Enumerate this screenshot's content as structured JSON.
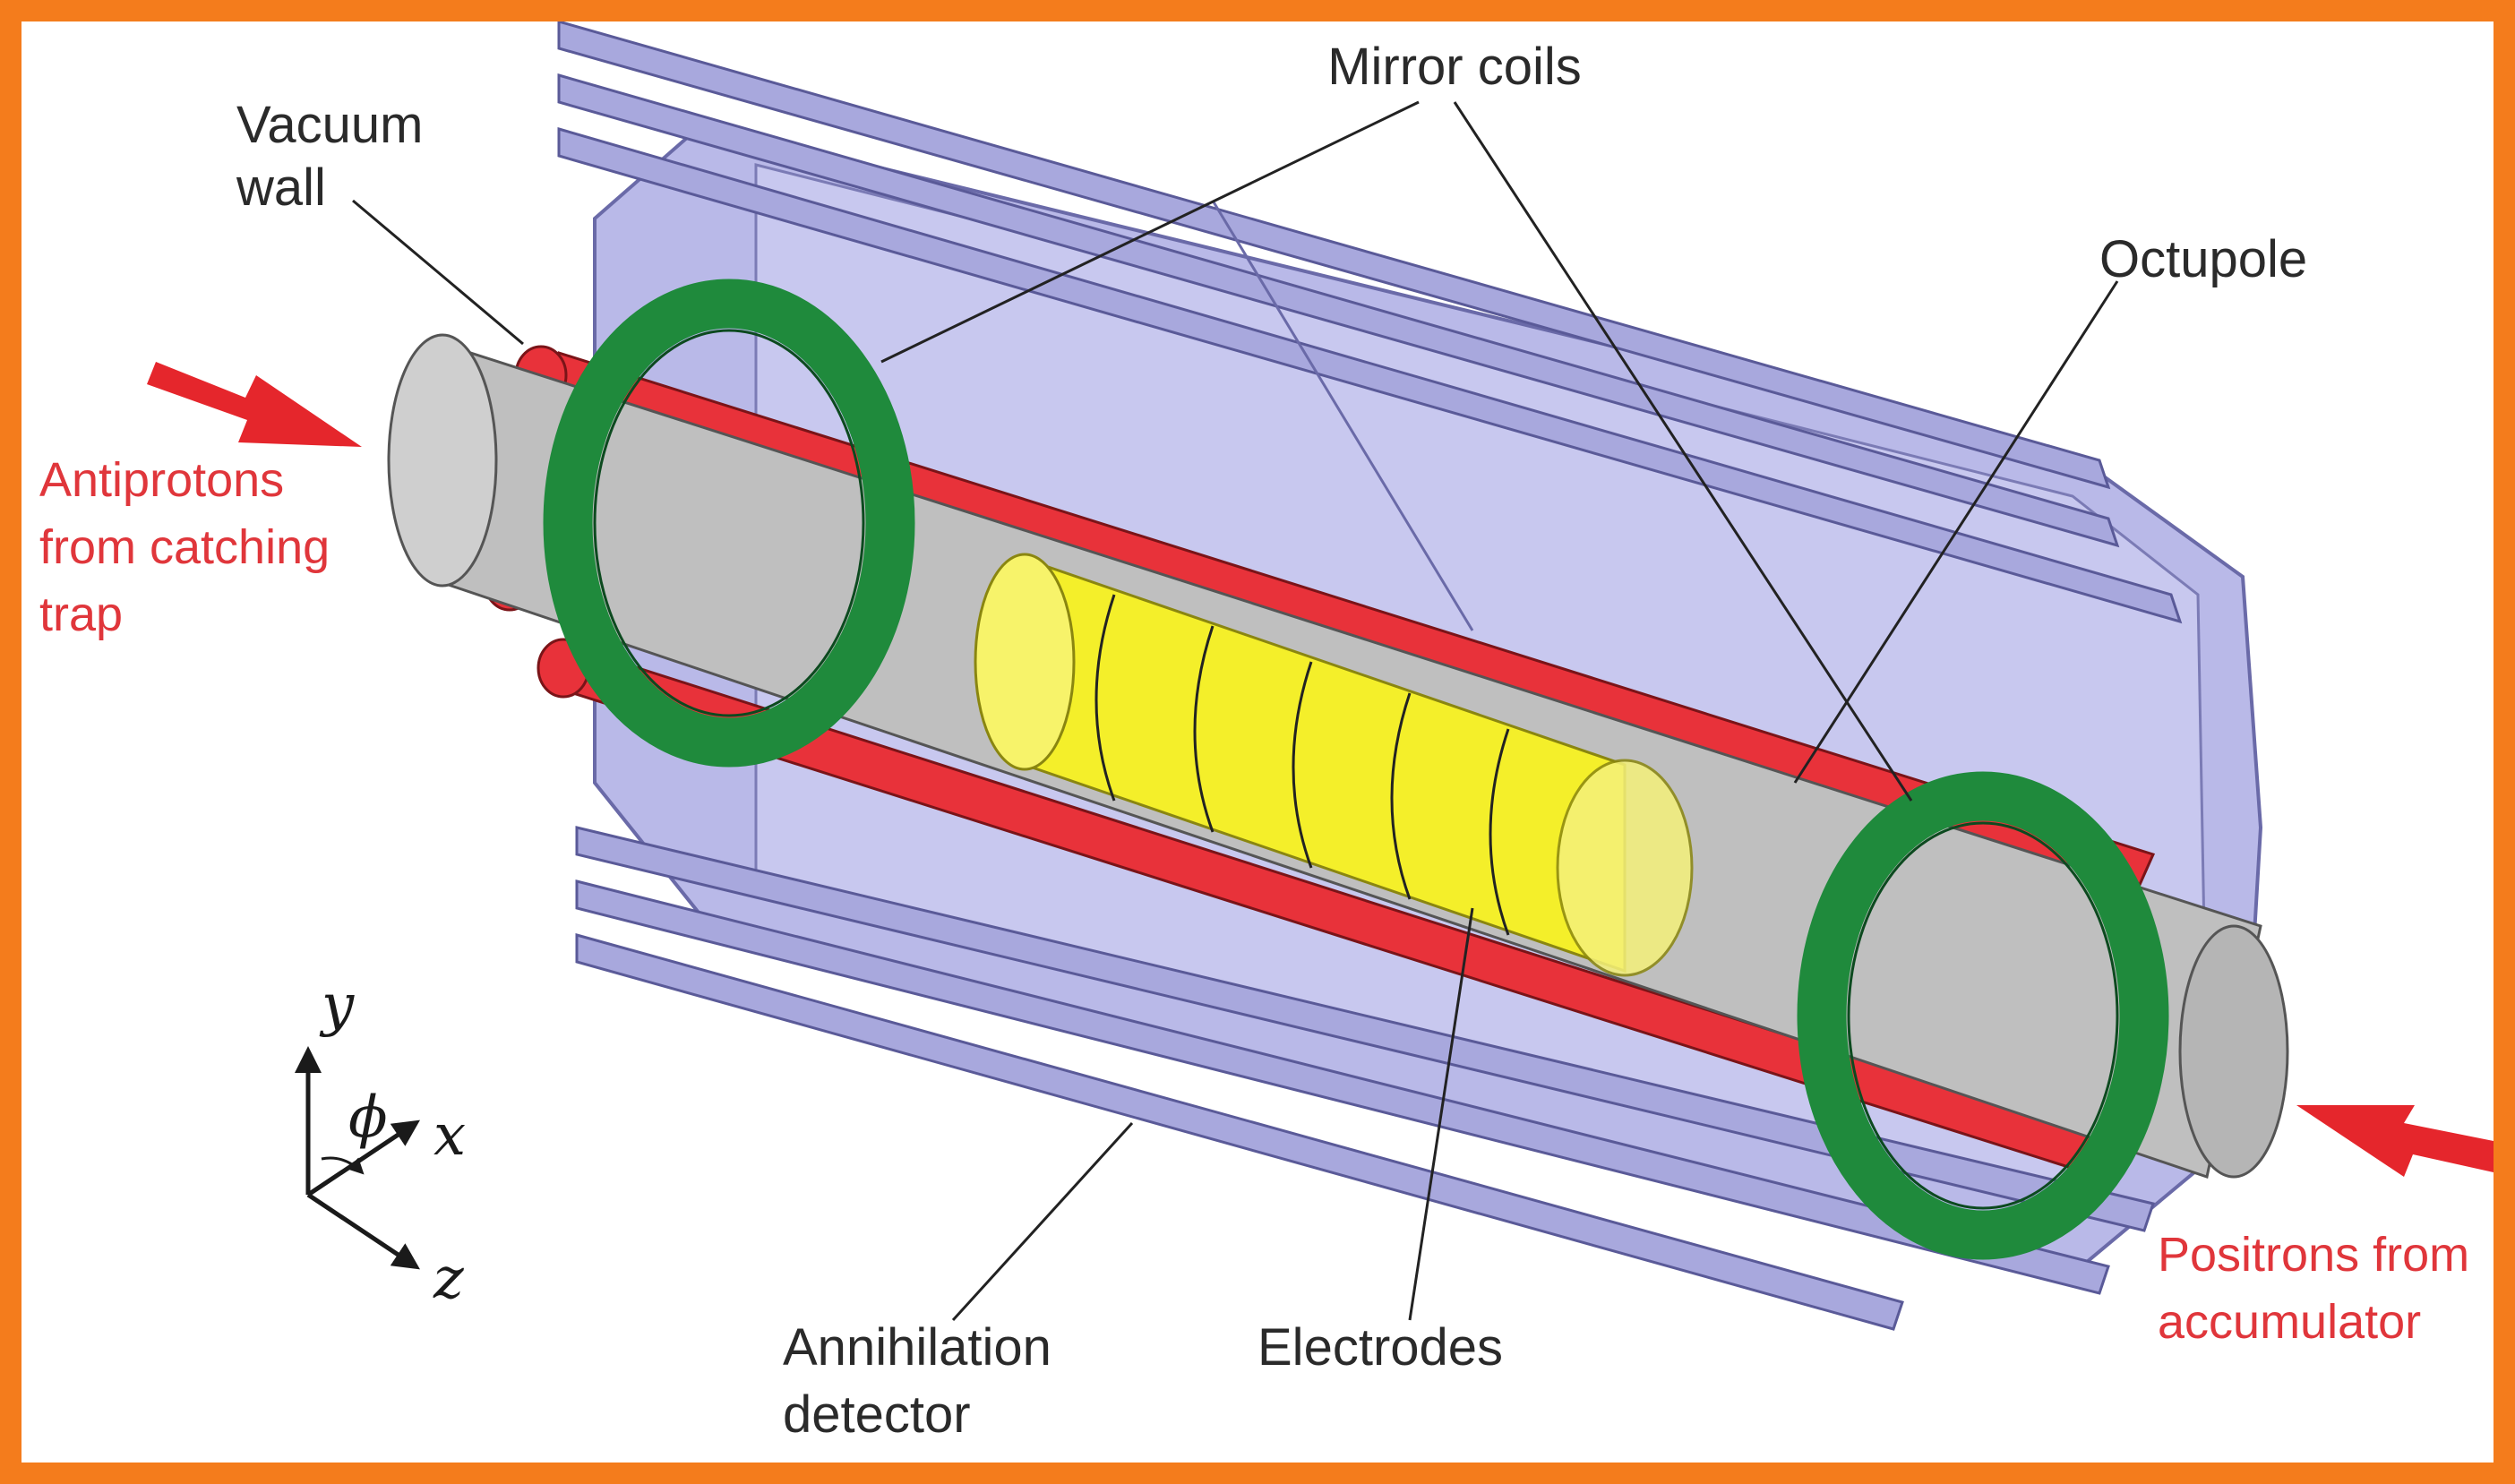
{
  "labels": {
    "mirror_coils": "Mirror coils",
    "vacuum_wall_line1": "Vacuum",
    "vacuum_wall_line2": "wall",
    "octupole": "Octupole",
    "antiprotons_line1": "Antiprotons",
    "antiprotons_line2": "from catching",
    "antiprotons_line3": "trap",
    "positrons_line1": "Positrons from",
    "positrons_line2": "accumulator",
    "annihilation_line1": "Annihilation",
    "annihilation_line2": "detector",
    "electrodes": "Electrodes"
  },
  "axes": {
    "y": "y",
    "phi": "ϕ",
    "x": "x",
    "z": "z"
  },
  "colors": {
    "frame": "#f47c1c",
    "detector": "#b9b9e8",
    "octupole": "#e8323a",
    "electrodes": "#f4ef2a",
    "mirror_coils": "#1f8a3c",
    "vacuum_wall": "#bfbfbf",
    "arrow": "#e5262c"
  }
}
